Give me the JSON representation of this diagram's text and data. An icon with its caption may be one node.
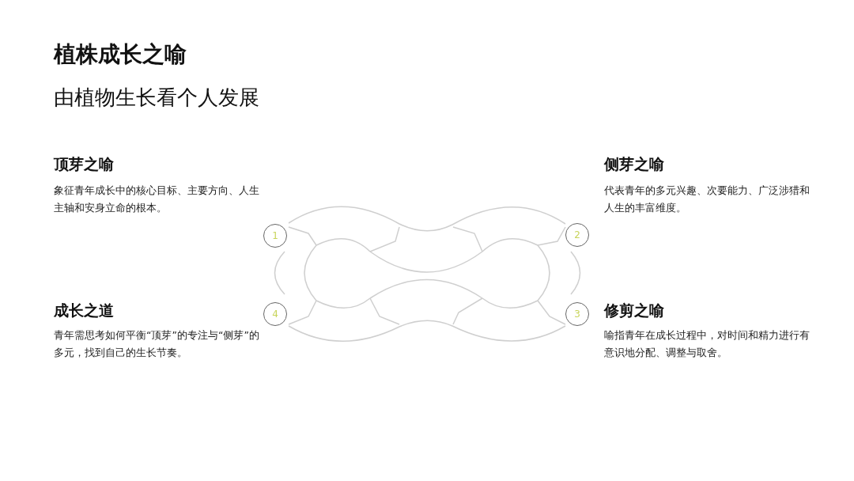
{
  "diagram": {
    "title": "植株成长之喻",
    "nodes": [
      {
        "text": [
          "1"
        ]
      },
      {
        "text": [
          "2"
        ]
      },
      {
        "text": [
          "3"
        ]
      },
      {
        "text": [
          "4"
        ]
      }
    ],
    "edges": [],
    "labels": [
      "由植物生长看个人发展",
      "顶芽之喻",
      "象征青年成长中的核心目标、主要方向、人生主轴和安身立命的根本。",
      "侧芽之喻",
      "代表青年的多元兴趣、次要能力、广泛涉猎和人生的丰富维度。",
      "成长之道",
      "青年需思考如何平衡“顶芽”的专注与“侧芽”的多元，找到自己的生长节奏。",
      "修剪之喻",
      "喻指青年在成长过程中，对时间和精力进行有意识地分配、调整与取舍。"
    ]
  }
}
